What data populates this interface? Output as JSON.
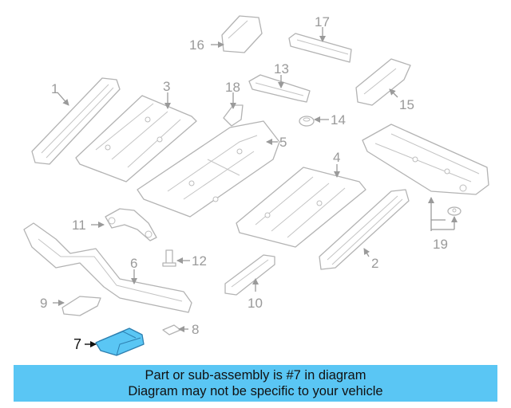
{
  "diagram": {
    "highlight_color": "#5ac6f4",
    "highlighted_part": "7",
    "callouts": [
      "1",
      "2",
      "3",
      "4",
      "5",
      "6",
      "7",
      "8",
      "9",
      "10",
      "11",
      "12",
      "13",
      "14",
      "15",
      "16",
      "17",
      "18",
      "19"
    ]
  },
  "banner": {
    "line1": "Part or sub-assembly is #7 in diagram",
    "line2": "Diagram may not be specific to your vehicle",
    "background": "#5ac6f4"
  }
}
